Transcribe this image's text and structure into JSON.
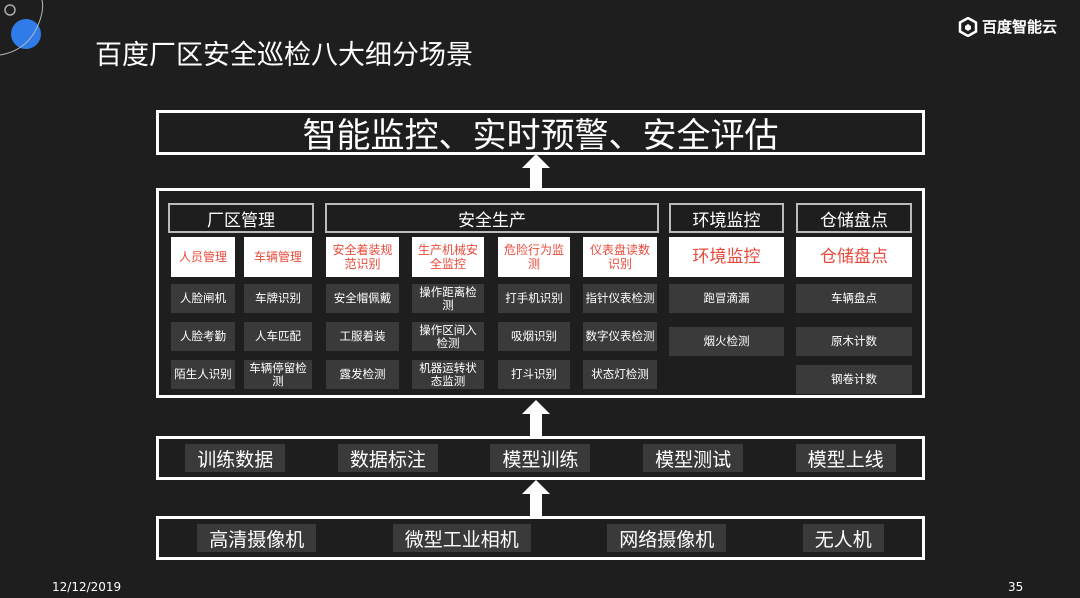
{
  "header": {
    "title": "百度厂区安全巡检八大细分场景",
    "logo_text": "百度智能云"
  },
  "top_box": {
    "label": "智能监控、实时预警、安全评估"
  },
  "categories": [
    {
      "label": "厂区管理"
    },
    {
      "label": "安全生产"
    },
    {
      "label": "环境监控"
    },
    {
      "label": "仓储盘点"
    }
  ],
  "scenes": [
    {
      "label": "人员管理",
      "items": [
        "人脸闸机",
        "人脸考勤",
        "陌生人识别"
      ]
    },
    {
      "label": "车辆管理",
      "items": [
        "车牌识别",
        "人车匹配",
        "车辆停留检测"
      ]
    },
    {
      "label": "安全着装规范识别",
      "items": [
        "安全帽佩戴",
        "工服着装",
        "露发检测"
      ]
    },
    {
      "label": "生产机械安全监控",
      "items": [
        "操作距离检测",
        "操作区间入检测",
        "机器运转状态监测"
      ]
    },
    {
      "label": "危险行为监测",
      "items": [
        "打手机识别",
        "吸烟识别",
        "打斗识别"
      ]
    },
    {
      "label": "仪表盘读数识别",
      "items": [
        "指针仪表检测",
        "数字仪表检测",
        "状态灯检测"
      ]
    },
    {
      "label": "环境监控",
      "items": [
        "跑冒滴漏",
        "烟火检测"
      ]
    },
    {
      "label": "仓储盘点",
      "items": [
        "车辆盘点",
        "原木计数",
        "钢卷计数"
      ]
    }
  ],
  "pipeline": [
    "训练数据",
    "数据标注",
    "模型训练",
    "模型测试",
    "模型上线"
  ],
  "devices": [
    "高清摄像机",
    "微型工业相机",
    "网络摄像机",
    "无人机"
  ],
  "footer": {
    "date": "12/12/2019",
    "page": "35"
  },
  "colors": {
    "background": "#1e1e1e",
    "accent_red": "#e84b3c",
    "cell_gray": "#3a3a3a",
    "deco_blue": "#2f7be8"
  }
}
